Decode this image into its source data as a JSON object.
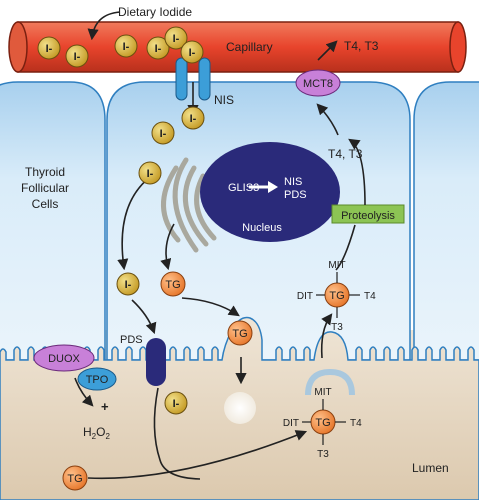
{
  "labels": {
    "dietary_iodide": "Dietary Iodide",
    "capillary": "Capillary",
    "t4_t3_top": "T4, T3",
    "mct8": "MCT8",
    "nis_channel": "NIS",
    "thyroid_cells_line1": "Thyroid",
    "thyroid_cells_line2": "Follicular",
    "thyroid_cells_line3": "Cells",
    "glis3": "GLIS3",
    "nis_target": "NIS",
    "pds_target": "PDS",
    "nucleus": "Nucleus",
    "t4_t3_cell": "T4, T3",
    "proteolysis": "Proteolysis",
    "pds_channel": "PDS",
    "duox": "DUOX",
    "tpo": "TPO",
    "plus": "+",
    "h2o2_h": "H",
    "h2o2_2a": "2",
    "h2o2_o": "O",
    "h2o2_2b": "2",
    "lumen": "Lumen",
    "mit": "MIT",
    "dit": "DIT",
    "t4": "T4",
    "t3": "T3"
  },
  "molecules": {
    "iodide": "I-",
    "thyroglobulin": "TG"
  },
  "colors": {
    "capillary": "#e8442c",
    "cell": "#d6e9f7",
    "lumen": "#e8dcc8",
    "nucleus": "#2a2a7a",
    "iodide": "#d4b03c",
    "thyroglobulin": "#ef8a3c",
    "duox": "#c880d8",
    "tpo": "#3c9ed8",
    "nis": "#3c9ed8",
    "proteolysis": "#8cc454"
  }
}
